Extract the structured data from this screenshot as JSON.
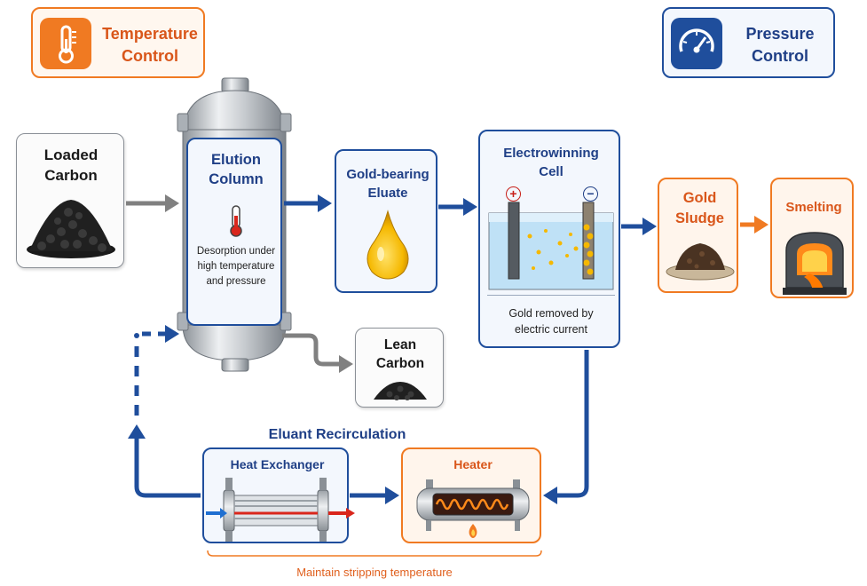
{
  "temperature_control": {
    "line1": "Temperature",
    "line2": "Control",
    "icon": "thermometer-icon",
    "accent": "#f07a22"
  },
  "pressure_control": {
    "line1": "Pressure",
    "line2": "Control",
    "icon": "gauge-icon",
    "accent": "#1f4e9c"
  },
  "loaded_carbon": {
    "line1": "Loaded",
    "line2": "Carbon"
  },
  "elution_column": {
    "line1": "Elution",
    "line2": "Column",
    "desc1": "Desorption under",
    "desc2": "high temperature",
    "desc3": "and pressure"
  },
  "eluate": {
    "line1": "Gold-bearing",
    "line2": "Eluate"
  },
  "electrowinning": {
    "line1": "Electrowinning",
    "line2": "Cell",
    "plus": "+",
    "minus": "−",
    "desc1": "Gold removed by",
    "desc2": "electric current"
  },
  "gold_sludge": {
    "line1": "Gold",
    "line2": "Sludge"
  },
  "smelting": {
    "label": "Smelting"
  },
  "lean_carbon": {
    "line1": "Lean",
    "line2": "Carbon"
  },
  "recirculation": {
    "label": "Eluant Recirculation"
  },
  "heat_exchanger": {
    "label": "Heat Exchanger"
  },
  "heater": {
    "label": "Heater"
  },
  "footer": {
    "label": "Maintain stripping temperature"
  },
  "colors": {
    "blue": "#1f4e9c",
    "orange": "#f07a22",
    "gray_arrow": "#808080",
    "gold": "#f5b800"
  }
}
